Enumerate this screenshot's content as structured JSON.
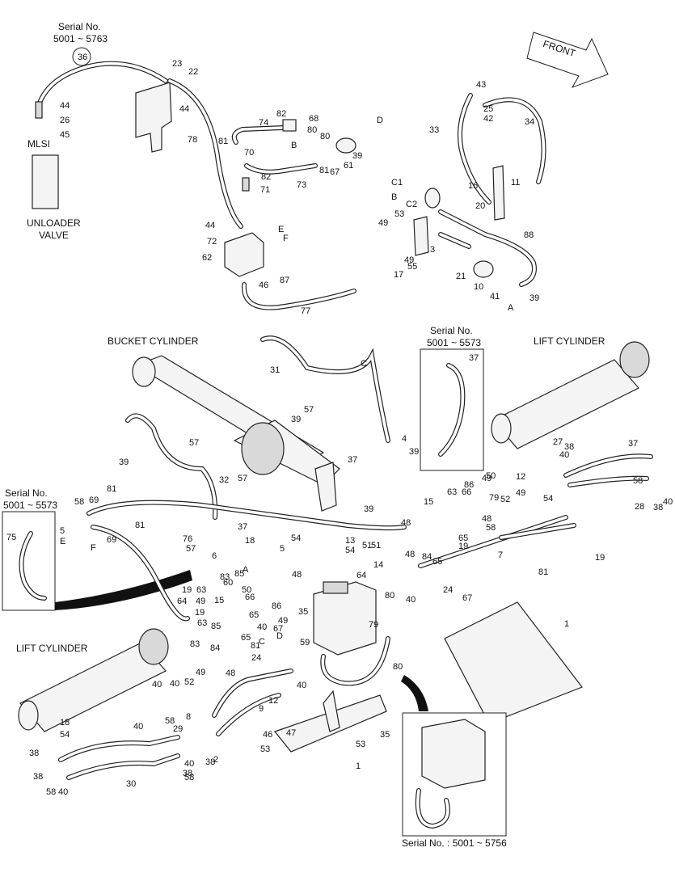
{
  "labels": {
    "serial_top": "Serial No.",
    "serial_top_range": "5001 ~ 5763",
    "mlsi": "MLSI",
    "unloader_1": "UNLOADER",
    "unloader_2": "VALVE",
    "front": "FRONT",
    "bucket_cyl": "BUCKET CYLINDER",
    "lift_cyl_right": "LIFT CYLINDER",
    "lift_cyl_left": "LIFT CYLINDER",
    "serial_mid": "Serial No.",
    "serial_mid_range": "5001 ~ 5573",
    "serial_left": "Serial No.",
    "serial_left_range": "5001 ~ 5573",
    "serial_bottom": "Serial No. : 5001 ~ 5756"
  },
  "callouts": [
    "36",
    "23",
    "22",
    "44",
    "26",
    "45",
    "44",
    "78",
    "82",
    "68",
    "74",
    "80",
    "81",
    "70",
    "B",
    "80",
    "39",
    "61",
    "67",
    "81",
    "73",
    "D",
    "82",
    "71",
    "44",
    "72",
    "E",
    "F",
    "62",
    "46",
    "87",
    "77",
    "43",
    "25",
    "42",
    "33",
    "34",
    "11",
    "C1",
    "16",
    "B",
    "C2",
    "20",
    "53",
    "49",
    "88",
    "3",
    "17",
    "55",
    "49",
    "21",
    "10",
    "41",
    "A",
    "39",
    "C",
    "31",
    "57",
    "39",
    "37",
    "4",
    "39",
    "37",
    "57",
    "32",
    "57",
    "39",
    "37",
    "27",
    "38",
    "40",
    "58",
    "28",
    "38",
    "40",
    "58",
    "69",
    "81",
    "75",
    "5",
    "E",
    "F",
    "69",
    "81",
    "76",
    "57",
    "37",
    "39",
    "13",
    "54",
    "51",
    "48",
    "15",
    "63",
    "66",
    "86",
    "49",
    "50",
    "79",
    "52",
    "49",
    "12",
    "48",
    "58",
    "54",
    "7",
    "19",
    "6",
    "18",
    "5",
    "54",
    "48",
    "51",
    "14",
    "48",
    "65",
    "19",
    "84",
    "65",
    "64",
    "80",
    "40",
    "24",
    "67",
    "81",
    "83",
    "85",
    "A",
    "60",
    "19",
    "64",
    "63",
    "15",
    "49",
    "50",
    "66",
    "86",
    "19",
    "63",
    "65",
    "49",
    "40",
    "85",
    "83",
    "84",
    "65",
    "81",
    "67",
    "79",
    "80",
    "1",
    "35",
    "59",
    "C",
    "D",
    "24",
    "40",
    "40",
    "40",
    "52",
    "49",
    "48",
    "12",
    "9",
    "8",
    "18",
    "54",
    "38",
    "40",
    "58",
    "29",
    "38",
    "58",
    "40",
    "30",
    "38",
    "40",
    "38",
    "58",
    "2",
    "53",
    "46",
    "47",
    "53",
    "1",
    "35"
  ]
}
